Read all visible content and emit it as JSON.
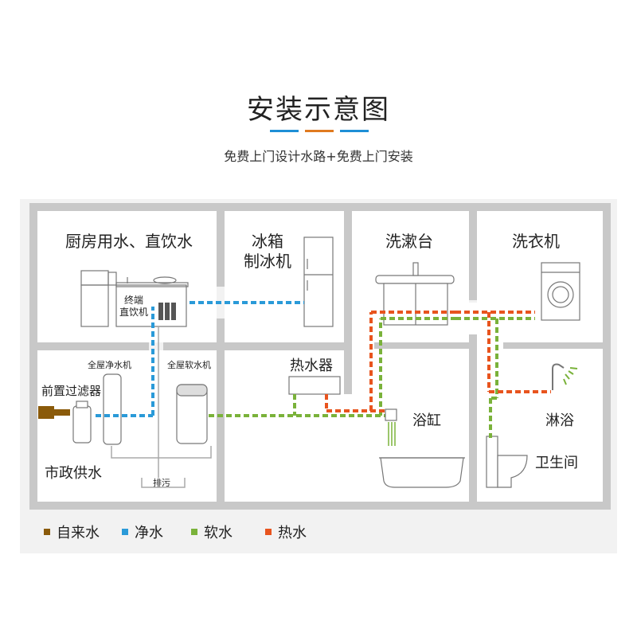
{
  "header": {
    "title": "安装示意图",
    "subtitle": "免费上门设计水路+免费上门安装"
  },
  "colors": {
    "accent_left": "#1e8fd6",
    "accent_mid": "#e07a1f",
    "accent_right": "#1e8fd6",
    "tap_water": "#8a5a0a",
    "pure_water": "#2a9ad8",
    "soft_water": "#7ab23a",
    "hot_water": "#e8541e",
    "wall": "#c8c8c8",
    "room": "#ffffff",
    "appliance_outline": "#777777"
  },
  "rooms": {
    "kitchen": "厨房用水、直饮水",
    "fridge_line1": "冰箱",
    "fridge_line2": "制冰机",
    "washbasin": "洗漱台",
    "washer": "洗衣机",
    "bathtub": "浴缸",
    "shower": "淋浴",
    "bathroom": "卫生间"
  },
  "devices": {
    "terminal_line1": "终端",
    "terminal_line2": "直饮机",
    "whole_purifier": "全屋净水机",
    "whole_softener": "全屋软水机",
    "water_heater": "热水器",
    "pre_filter": "前置过滤器",
    "municipal": "市政供水",
    "drain": "排污"
  },
  "legend": [
    {
      "label": "自来水",
      "color": "#8a5a0a",
      "icon": "brown-square-icon"
    },
    {
      "label": "净水",
      "color": "#2a9ad8",
      "icon": "blue-square-icon"
    },
    {
      "label": "软水",
      "color": "#7ab23a",
      "icon": "green-square-icon"
    },
    {
      "label": "热水",
      "color": "#e8541e",
      "icon": "orange-square-icon"
    }
  ]
}
